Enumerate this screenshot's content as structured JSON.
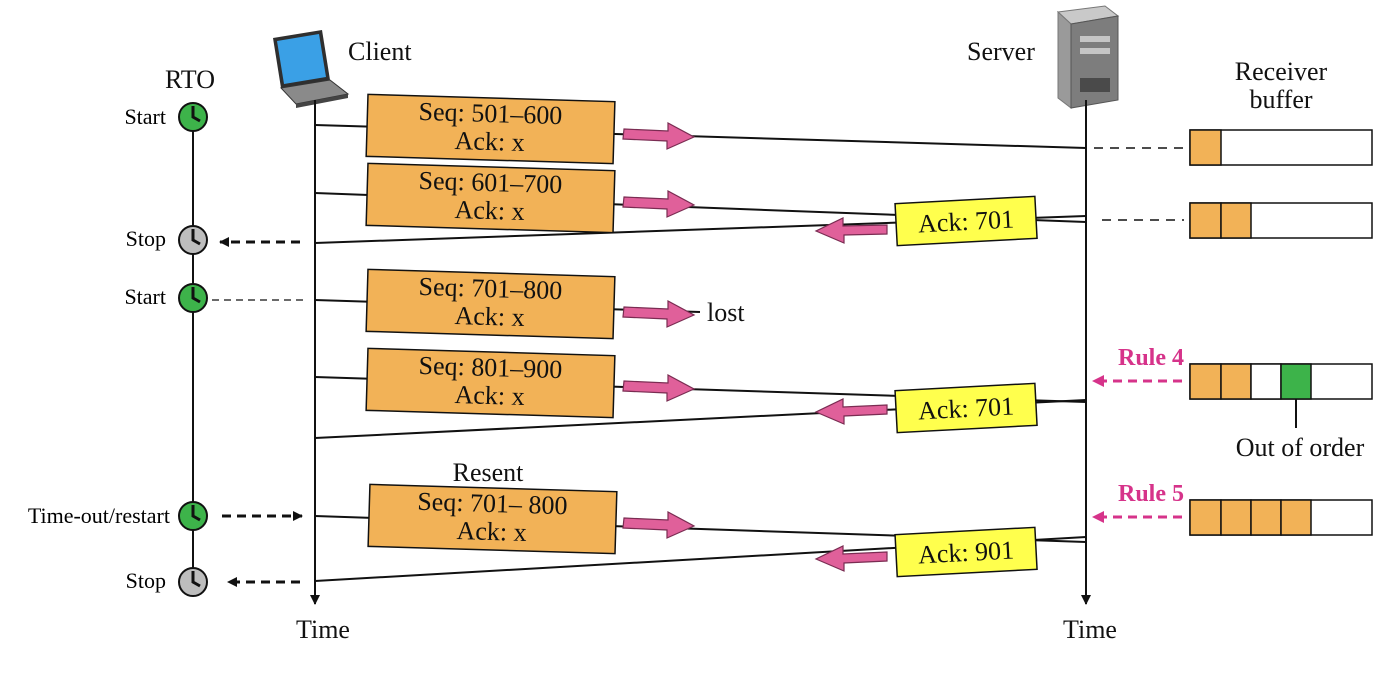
{
  "client_label": "Client",
  "server_label": "Server",
  "time_label_client": "Time",
  "time_label_server": "Time",
  "rto_label": "RTO",
  "receiver_buffer_label": [
    "Receiver",
    "buffer"
  ],
  "timer_events": [
    {
      "label": "Start",
      "state": "start"
    },
    {
      "label": "Stop",
      "state": "stop"
    },
    {
      "label": "Start",
      "state": "start"
    },
    {
      "label": "Time-out/restart",
      "state": "start"
    },
    {
      "label": "Stop",
      "state": "stop"
    }
  ],
  "segments": [
    {
      "seq": "Seq: 501–600",
      "ack": "Ack: x"
    },
    {
      "seq": "Seq: 601–700",
      "ack": "Ack: x"
    },
    {
      "seq": "Seq: 701–800",
      "ack": "Ack: x"
    },
    {
      "seq": "Seq: 801–900",
      "ack": "Ack: x"
    },
    {
      "seq": "Seq: 701– 800",
      "ack": "Ack: x"
    }
  ],
  "lost_label": "lost",
  "resent_label": "Resent",
  "acks": [
    "Ack: 701",
    "Ack: 701",
    "Ack: 901"
  ],
  "rules": [
    "Rule 4",
    "Rule 5"
  ],
  "out_of_order_label": "Out of order",
  "colors": {
    "segment_fill": "#f2b257",
    "ack_fill": "#ffff4d",
    "arrow_pink": "#e0609a",
    "rule_text": "#d6338a",
    "timer_green": "#3db34a",
    "timer_gray": "#bdbdbd",
    "buffer_filled": "#f2b257",
    "buffer_out_of_order": "#3db34a"
  }
}
